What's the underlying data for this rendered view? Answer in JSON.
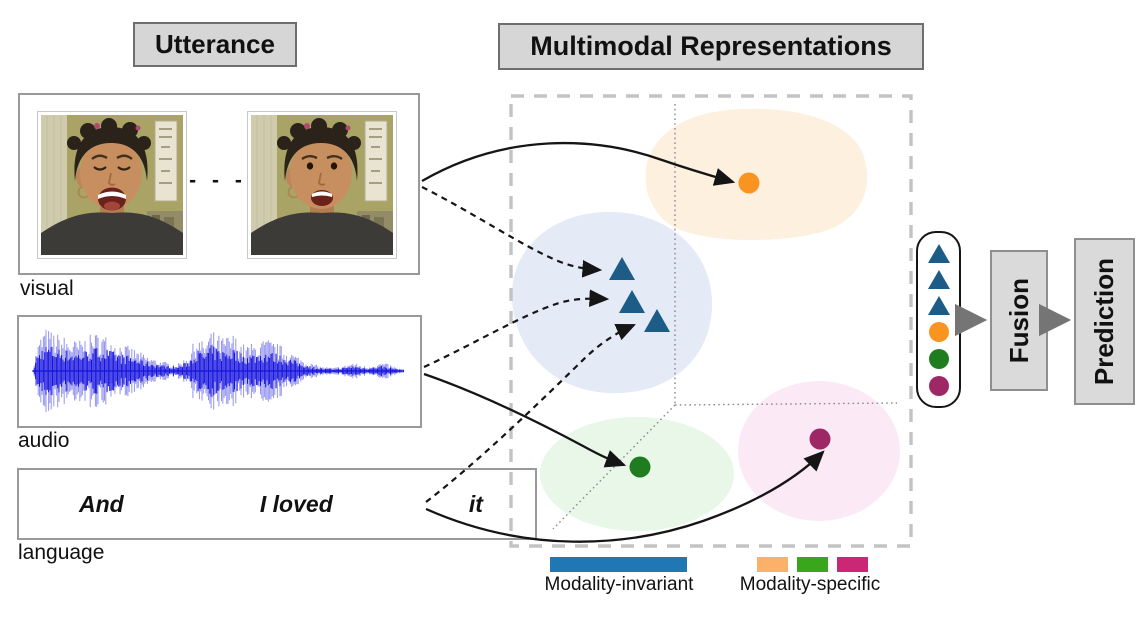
{
  "headers": {
    "utterance": "Utterance",
    "multimodal": "Multimodal Representations"
  },
  "modalities": {
    "visual": {
      "label": "visual",
      "frame_separator": "- - -"
    },
    "audio": {
      "label": "audio"
    },
    "language": {
      "label": "language",
      "words": [
        "And",
        "I loved",
        "it"
      ]
    }
  },
  "pipeline": {
    "fusion_label": "Fusion",
    "prediction_label": "Prediction"
  },
  "legend": {
    "invariant_label": "Modality-invariant",
    "specific_label": "Modality-specific",
    "invariant_color": "#1f77b4",
    "specific_colors": [
      "#fbb169",
      "#3aa61c",
      "#ca2777"
    ]
  },
  "representation_space": {
    "invariant_marker_color": "#1c5c87",
    "visual_marker_color": "#f8941f",
    "audio_marker_color": "#1f7d20",
    "language_marker_color": "#9e2766",
    "region_colors": {
      "visual": "#fdf0df",
      "invariant": "#e4eaf6",
      "audio": "#e8f7e8",
      "language": "#fbeaf6"
    }
  },
  "audio_waveform": {
    "color": "#1512dd",
    "envelope": [
      [
        0.0,
        0.03
      ],
      [
        0.01,
        0.45
      ],
      [
        0.03,
        0.8
      ],
      [
        0.06,
        0.7
      ],
      [
        0.09,
        0.62
      ],
      [
        0.12,
        0.55
      ],
      [
        0.15,
        0.65
      ],
      [
        0.18,
        0.72
      ],
      [
        0.21,
        0.6
      ],
      [
        0.24,
        0.5
      ],
      [
        0.27,
        0.42
      ],
      [
        0.3,
        0.3
      ],
      [
        0.33,
        0.22
      ],
      [
        0.36,
        0.16
      ],
      [
        0.39,
        0.13
      ],
      [
        0.42,
        0.3
      ],
      [
        0.44,
        0.65
      ],
      [
        0.46,
        0.52
      ],
      [
        0.48,
        0.75
      ],
      [
        0.51,
        0.62
      ],
      [
        0.54,
        0.68
      ],
      [
        0.57,
        0.48
      ],
      [
        0.6,
        0.52
      ],
      [
        0.63,
        0.6
      ],
      [
        0.66,
        0.5
      ],
      [
        0.69,
        0.38
      ],
      [
        0.72,
        0.25
      ],
      [
        0.75,
        0.14
      ],
      [
        0.78,
        0.08
      ],
      [
        0.81,
        0.06
      ],
      [
        0.84,
        0.1
      ],
      [
        0.86,
        0.16
      ],
      [
        0.88,
        0.12
      ],
      [
        0.9,
        0.08
      ],
      [
        0.92,
        0.12
      ],
      [
        0.94,
        0.16
      ],
      [
        0.96,
        0.12
      ],
      [
        0.98,
        0.06
      ],
      [
        1.0,
        0.03
      ]
    ]
  }
}
